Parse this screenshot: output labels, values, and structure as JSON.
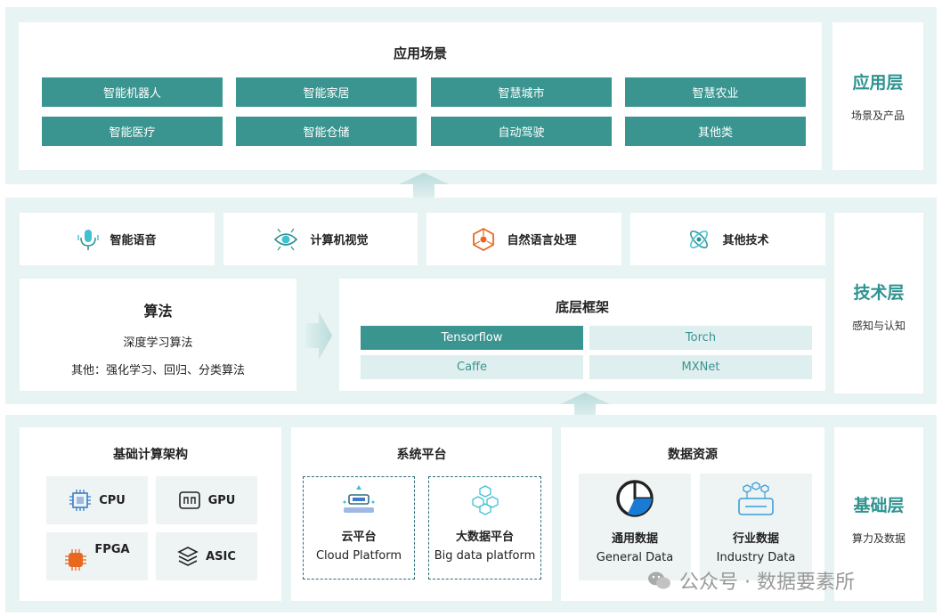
{
  "app_layer": {
    "panel_title": "应用场景",
    "scenes": [
      "智能机器人",
      "智能家居",
      "智慧城市",
      "智慧农业",
      "智能医疗",
      "智能仓储",
      "自动驾驶",
      "其他类"
    ],
    "side_title": "应用层",
    "side_sub": "场景及产品"
  },
  "tech_layer": {
    "techs": [
      "智能语音",
      "计算机视觉",
      "自然语言处理",
      "其他技术"
    ],
    "algo_title": "算法",
    "algo_line1": "深度学习算法",
    "algo_line2": "其他：强化学习、回归、分类算法",
    "framework_title": "底层框架",
    "frameworks": [
      "Tensorflow",
      "Torch",
      "Caffe",
      "MXNet"
    ],
    "side_title": "技术层",
    "side_sub": "感知与认知"
  },
  "base_layer": {
    "compute_title": "基础计算架构",
    "chips": [
      "CPU",
      "GPU",
      "FPGA",
      "ASIC"
    ],
    "platform_title": "系统平台",
    "cloud_cn": "云平台",
    "cloud_en": "Cloud Platform",
    "bigdata_cn": "大数据平台",
    "bigdata_en": "Big data platform",
    "data_title": "数据资源",
    "general_cn": "通用数据",
    "general_en": "General Data",
    "industry_cn": "行业数据",
    "industry_en": "Industry Data",
    "side_title": "基础层",
    "side_sub": "算力及数据"
  },
  "watermark": "公众号 · 数据要素所",
  "colors": {
    "accent": "#3a9590",
    "light": "#dfeeee",
    "layer_bg": "#e8f3f3",
    "orange": "#e8681f"
  }
}
